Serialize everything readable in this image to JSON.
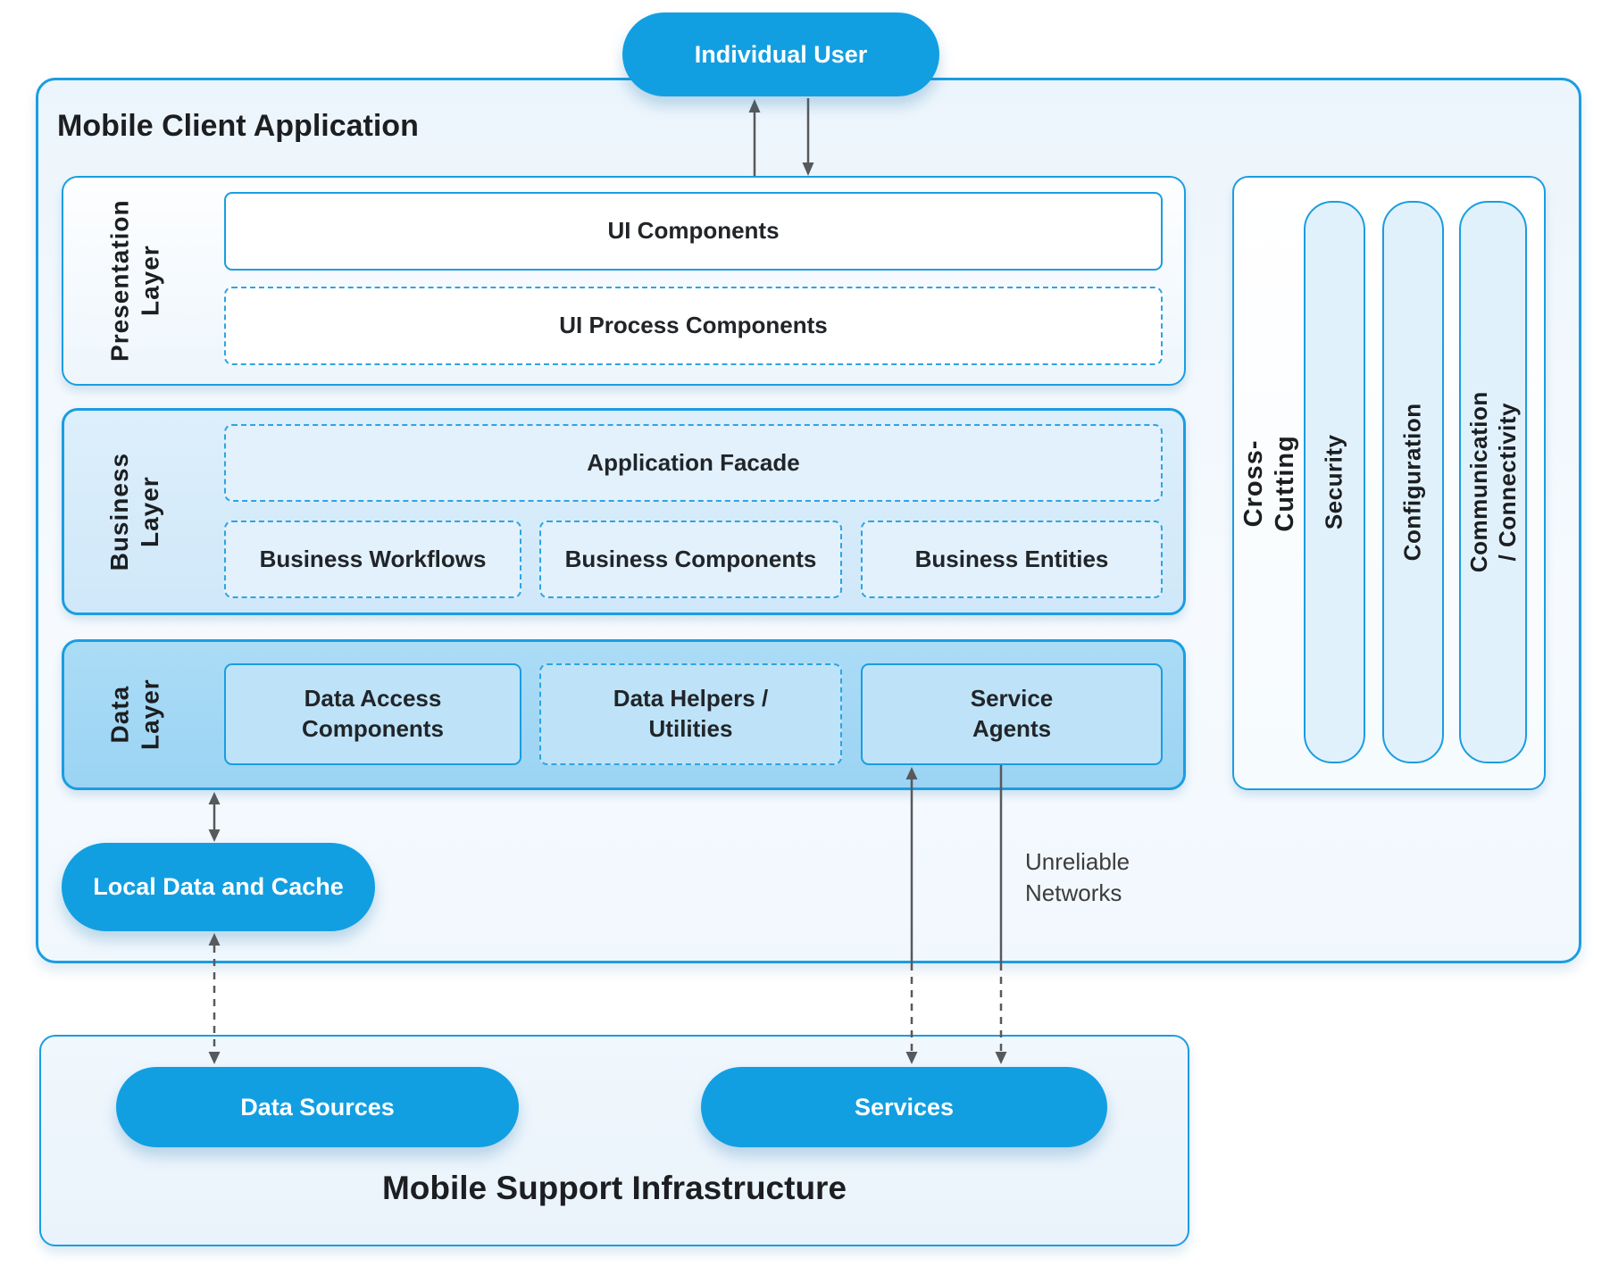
{
  "nodes": {
    "individual_user": "Individual User",
    "local_data_cache": "Local Data and Cache",
    "data_sources": "Data Sources",
    "services": "Services"
  },
  "client": {
    "title": "Mobile Client Application",
    "presentation": {
      "label": "Presentation\nLayer",
      "ui_components": "UI Components",
      "ui_process_components": "UI Process Components"
    },
    "business": {
      "label": "Business\nLayer",
      "application_facade": "Application Facade",
      "workflows": "Business Workflows",
      "components": "Business Components",
      "entities": "Business Entities"
    },
    "data": {
      "label": "Data\nLayer",
      "access_components": "Data Access\nComponents",
      "helpers_utilities": "Data Helpers /\nUtilities",
      "service_agents": "Service\nAgents"
    },
    "cross_cutting": {
      "label": "Cross-Cutting",
      "security": "Security",
      "configuration": "Configuration",
      "communication": "Communication / Connectivity"
    }
  },
  "infrastructure": {
    "title": "Mobile Support Infrastructure"
  },
  "annotations": {
    "unreliable_networks": "Unreliable\nNetworks"
  },
  "colors": {
    "accent": "#129fe2",
    "border": "#1a9de1",
    "arrow": "#58595b",
    "business_bg": "#d5eafa",
    "data_bg": "#a3d8f5",
    "panel_bg": "#eef6fc"
  }
}
